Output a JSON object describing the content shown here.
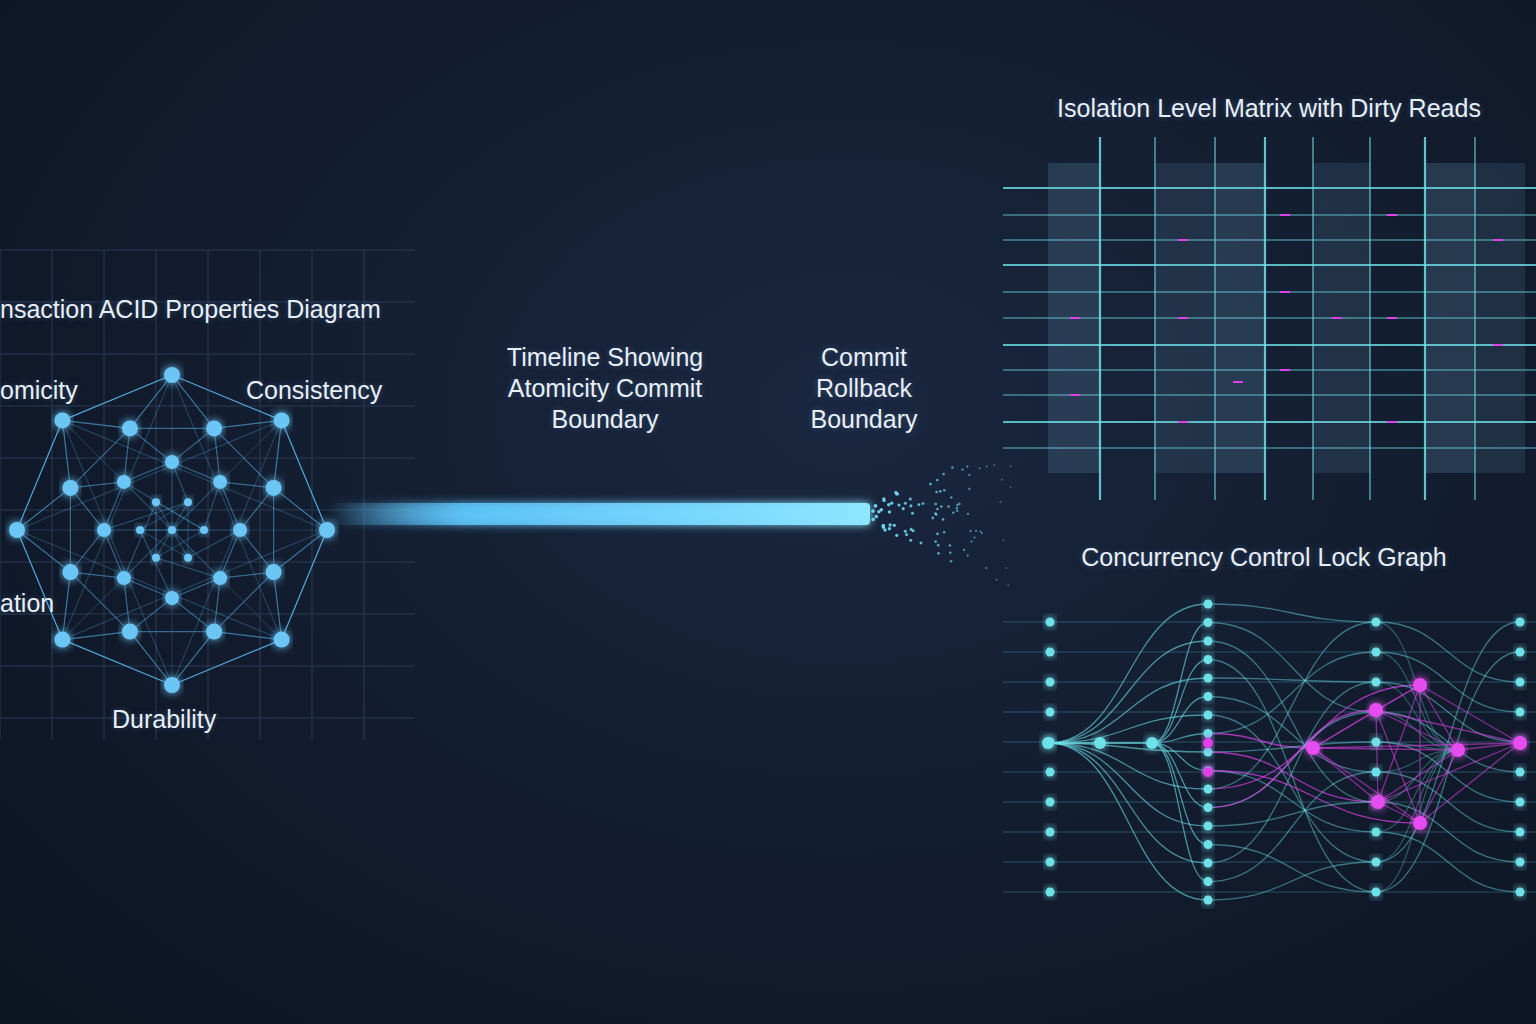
{
  "diagram": {
    "nodes": [
      {
        "text": [
          "nsaction ACID Properties Diagram",
          "omicity",
          "Consistency",
          "ation",
          "Durability"
        ]
      },
      {
        "text": [
          "Isolation Level Matrix with Dirty Reads"
        ]
      },
      {
        "text": [
          "Concurrency Control Lock Graph"
        ]
      }
    ],
    "labels": [
      "Timeline Showing Atomicity Commit Boundary",
      "Commit Rollback Boundary"
    ]
  }
}
